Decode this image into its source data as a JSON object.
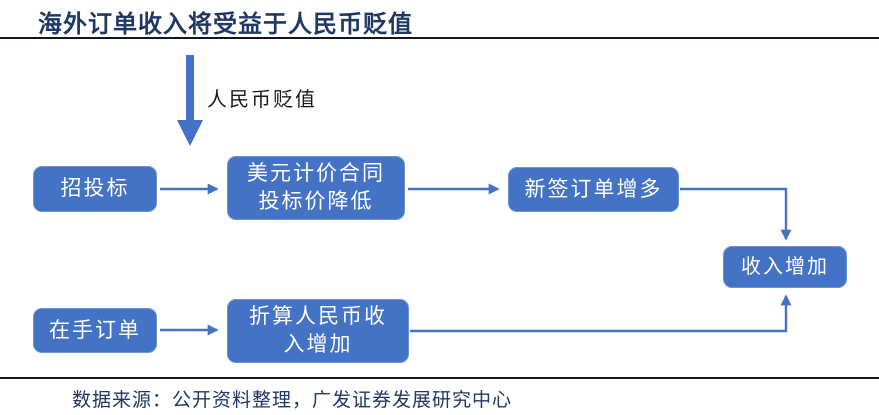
{
  "title": "海外订单收入将受益于人民币贬值",
  "trigger": {
    "label": "人民币贬值"
  },
  "nodes": {
    "bidding": {
      "label": "招投标"
    },
    "usd_contract": {
      "label": "美元计价合同\n投标价降低"
    },
    "new_orders": {
      "label": "新签订单增多"
    },
    "revenue_up": {
      "label": "收入增加"
    },
    "orders_in_hand": {
      "label": "在手订单"
    },
    "rmb_revenue": {
      "label": "折算人民币收\n入增加"
    }
  },
  "flows": [
    {
      "from": "人民币贬值",
      "to": "招投标/在手订单",
      "type": "trigger-down-arrow"
    },
    {
      "from": "招投标",
      "to": "美元计价合同投标价降低"
    },
    {
      "from": "美元计价合同投标价降低",
      "to": "新签订单增多"
    },
    {
      "from": "新签订单增多",
      "to": "收入增加"
    },
    {
      "from": "在手订单",
      "to": "折算人民币收入增加"
    },
    {
      "from": "折算人民币收入增加",
      "to": "收入增加"
    }
  ],
  "footer": {
    "source": "数据来源：公开资料整理，广发证券发展研究中心"
  },
  "colors": {
    "node_fill": "#4472C4",
    "node_border": "#6B94D6",
    "node_text": "#FFFFFF",
    "arrow": "#4472C4",
    "title_text": "#1F3864",
    "rule": "#15151F",
    "trigger_label_text": "#1A1A1A",
    "source_text": "#1F3864"
  }
}
